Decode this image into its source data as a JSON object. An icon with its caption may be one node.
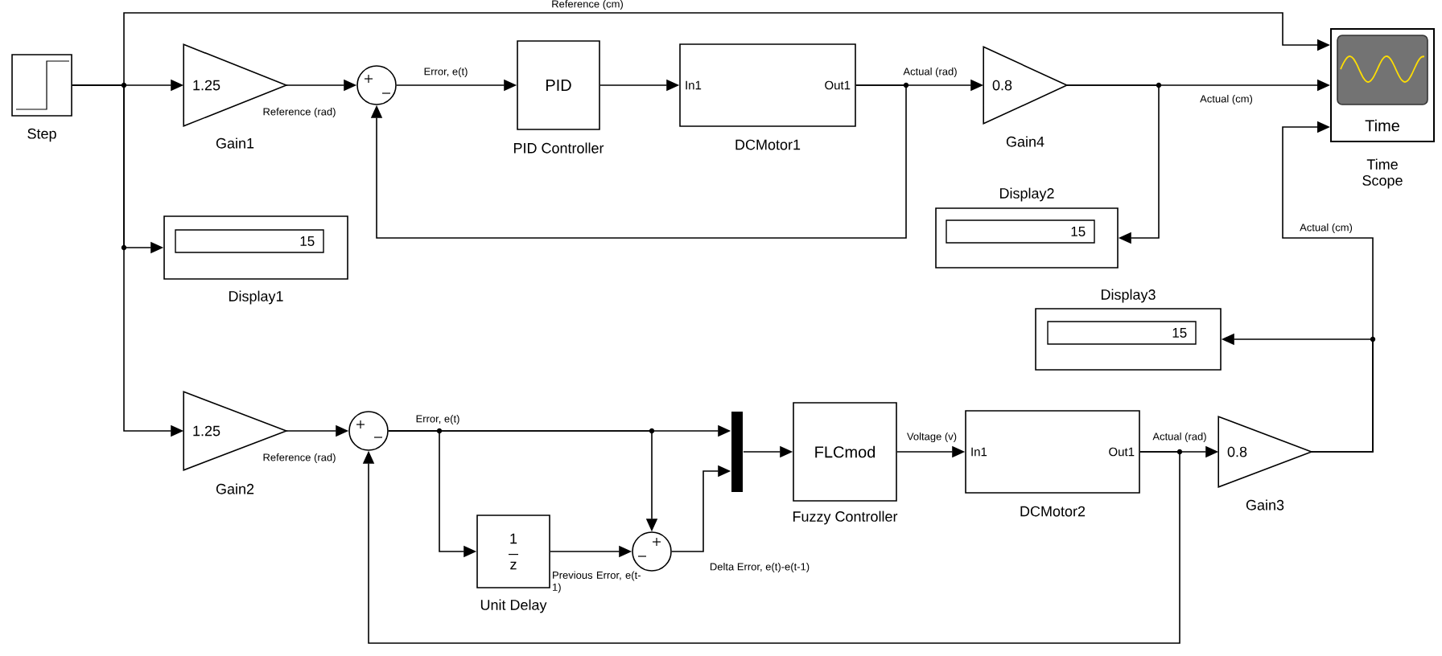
{
  "diagram": {
    "nodes": [
      {
        "text": [],
        "shape": "box",
        "beside": [
          "Step"
        ]
      },
      {
        "text": [
          "1.25"
        ],
        "beside": [
          "Gain1"
        ]
      },
      {
        "text": [],
        "shape": "circle"
      },
      {
        "text": [
          "PID"
        ],
        "beside": [
          "PID Controller"
        ]
      },
      {
        "text": [
          "In1",
          "Out1"
        ],
        "beside": [
          "DCMotor1"
        ]
      },
      {
        "text": [
          "0.8"
        ],
        "beside": [
          "Gain4"
        ]
      },
      {
        "text": [
          "Time"
        ],
        "beside": [
          "Time Scope"
        ]
      },
      {
        "text": [
          "15"
        ],
        "beside": [
          "Display1"
        ]
      },
      {
        "text": [
          "15"
        ],
        "beside": [
          "Display2"
        ]
      },
      {
        "text": [
          "15"
        ],
        "beside": [
          "Display3"
        ]
      },
      {
        "text": [
          "1.25"
        ],
        "beside": [
          "Gain2"
        ]
      },
      {
        "text": [],
        "shape": "circle"
      },
      {
        "text": [],
        "shape": "bar"
      },
      {
        "text": [
          "FLCmod"
        ],
        "beside": [
          "Fuzzy Controller"
        ]
      },
      {
        "text": [
          "In1",
          "Out1"
        ],
        "beside": [
          "DCMotor2"
        ]
      },
      {
        "text": [
          "0.8"
        ],
        "beside": [
          "Gain3"
        ]
      },
      {
        "text": [
          "1",
          "z"
        ],
        "beside": [
          "Unit Delay"
        ]
      },
      {
        "text": [],
        "shape": "circle"
      }
    ],
    "edges": [
      {
        "from": 0,
        "to": 1,
        "arrow": "to"
      },
      {
        "from": 0,
        "to": 7,
        "arrow": "to"
      },
      {
        "from": 0,
        "to": 10,
        "arrow": "to"
      },
      {
        "from": 0,
        "to": 6,
        "arrow": "to",
        "label": "Reference (cm)"
      },
      {
        "from": 1,
        "to": 2,
        "arrow": "to",
        "label": "Reference (rad)"
      },
      {
        "from": 2,
        "to": 3,
        "arrow": "to",
        "label": "Error, e(t)"
      },
      {
        "from": 3,
        "to": 4,
        "arrow": "to"
      },
      {
        "from": 4,
        "to": 5,
        "arrow": "to",
        "label": "Actual (rad)"
      },
      {
        "from": 4,
        "to": 2,
        "arrow": "to"
      },
      {
        "from": 5,
        "to": 6,
        "arrow": "to",
        "label": "Actual (cm)"
      },
      {
        "from": 5,
        "to": 8,
        "arrow": "to"
      },
      {
        "from": 15,
        "to": 6,
        "arrow": "to",
        "label": "Actual (cm)"
      },
      {
        "from": 15,
        "to": 9,
        "arrow": "to"
      },
      {
        "from": 10,
        "to": 11,
        "arrow": "to",
        "label": "Reference (rad)"
      },
      {
        "from": 11,
        "to": 12,
        "arrow": "to",
        "label": "Error, e(t)"
      },
      {
        "from": 11,
        "to": 16,
        "arrow": "to"
      },
      {
        "from": 11,
        "to": 17,
        "arrow": "to"
      },
      {
        "from": 16,
        "to": 17,
        "arrow": "to",
        "label": "Previous Error, e(t-1)"
      },
      {
        "from": 17,
        "to": 12,
        "arrow": "to",
        "label": "Delta Error, e(t)-e(t-1)"
      },
      {
        "from": 12,
        "to": 13,
        "arrow": "to"
      },
      {
        "from": 13,
        "to": 14,
        "arrow": "to",
        "label": "Voltage (v)"
      },
      {
        "from": 14,
        "to": 15,
        "arrow": "to",
        "label": "Actual (rad)"
      },
      {
        "from": 14,
        "to": 11,
        "arrow": "to"
      }
    ]
  }
}
